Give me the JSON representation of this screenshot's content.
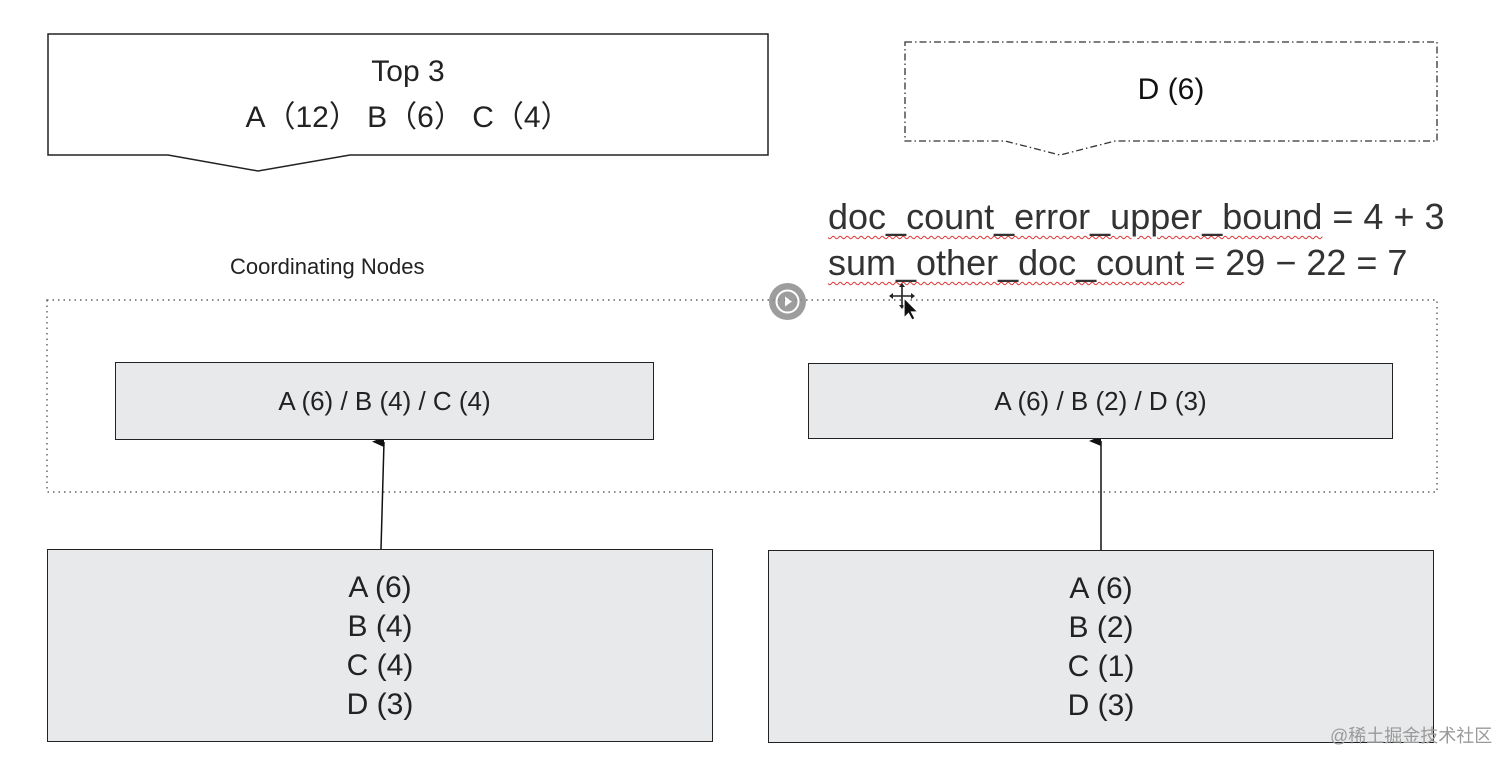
{
  "result_box": {
    "title": "Top 3",
    "entries": "A（12） B（6） C（4）"
  },
  "missing_box": {
    "label": "D (6)"
  },
  "formulas": {
    "upper_bound_term": "doc_count_error_upper_bound",
    "upper_bound_expr": " = 4 + 3",
    "sum_other_term": "sum_other_doc_count",
    "sum_other_expr": " = 29 − 22 = 7"
  },
  "coordinating_label": "Coordinating Nodes",
  "shard_results": [
    {
      "label": "A (6) / B (4) / C (4)"
    },
    {
      "label": "A (6) / B (2) / D (3)"
    }
  ],
  "data_nodes": [
    {
      "lines": [
        "A (6)",
        "B (4)",
        "C (4)",
        "D (3)"
      ]
    },
    {
      "lines": [
        "A (6)",
        "B (2)",
        "C (1)",
        "D (3)"
      ]
    }
  ],
  "watermark": "@稀土掘金技术社区",
  "icons": {
    "play": "play-icon",
    "cursor": "move-cursor-icon"
  },
  "colors": {
    "box_fill": "#e7e9ea",
    "stroke": "#222222",
    "squiggle": "#dd3333"
  }
}
